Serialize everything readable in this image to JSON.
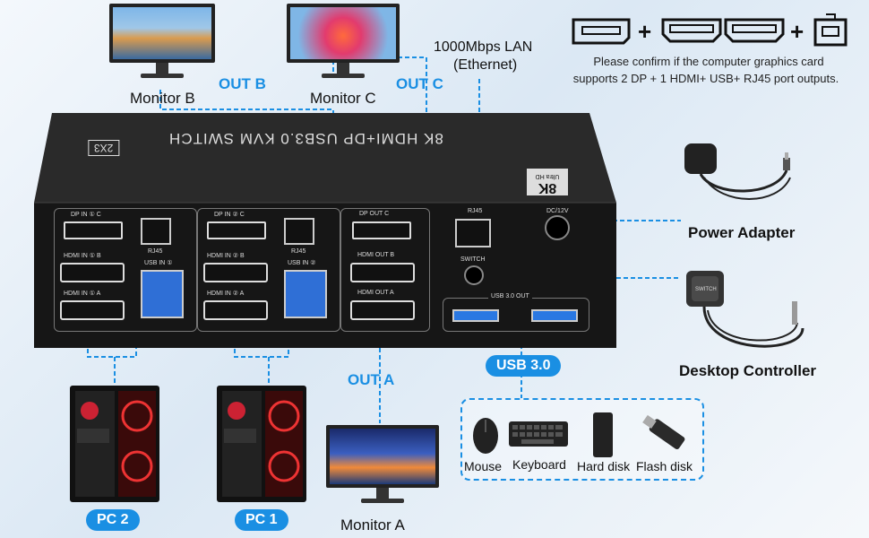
{
  "monitors": {
    "b": {
      "label": "Monitor B",
      "out": "OUT B"
    },
    "c": {
      "label": "Monitor C",
      "out": "OUT C"
    },
    "a": {
      "label": "Monitor A",
      "out": "OUT A"
    }
  },
  "lan": {
    "line1": "1000Mbps LAN",
    "line2": "(Ethernet)"
  },
  "ports_note": {
    "line1": "Please confirm if the computer graphics card",
    "line2": "supports 2 DP + 1 HDMI+ USB+ RJ45 port outputs."
  },
  "kvm": {
    "title": "8K HDMI+DP USB3.0 KVM SWITCH",
    "badge": "2X3",
    "logo_big": "8K",
    "logo_small": "Ultra HD",
    "ports": {
      "dp_in_1": "DP IN ① C",
      "hdmi_in_1b": "HDMI IN ① B",
      "hdmi_in_1a": "HDMI IN ① A",
      "rj45_1": "RJ45",
      "usb_in_1": "USB IN ①",
      "dp_in_2": "DP IN ② C",
      "hdmi_in_2b": "HDMI IN ② B",
      "hdmi_in_2a": "HDMI IN ② A",
      "rj45_2": "RJ45",
      "usb_in_2": "USB IN ②",
      "dp_out_c": "DP OUT C",
      "hdmi_out_b": "HDMI OUT B",
      "hdmi_out_a": "HDMI OUT A",
      "rj45_out": "RJ45",
      "switch": "SWITCH",
      "usb3_out": "USB 3.0 OUT",
      "dc": "DC/12V"
    }
  },
  "accessories": {
    "power": "Power Adapter",
    "controller": "Desktop Controller",
    "controller_badge": "SWITCH"
  },
  "usb": {
    "pill": "USB 3.0"
  },
  "devices": [
    "Mouse",
    "Keyboard",
    "Hard disk",
    "Flash disk"
  ],
  "pcs": {
    "pc2": "PC 2",
    "pc1": "PC 1"
  },
  "colors": {
    "accent": "#1a8fe3",
    "kvm_body": "#1c1c1c",
    "usb_blue": "#2a78e2"
  }
}
